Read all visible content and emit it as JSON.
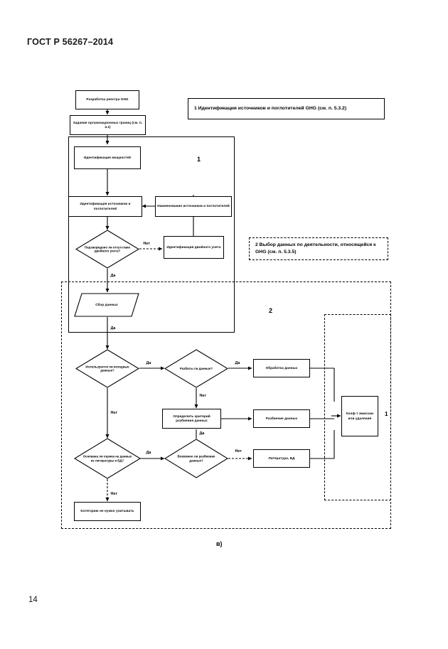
{
  "document": {
    "header": "ГОСТ Р 56267–2014",
    "page_number": "14",
    "figure_caption": "в)"
  },
  "legend": {
    "item1": "1 Идентификация источников и поглотителей GHG (см. п. 5.3.2)",
    "item2": "2 Выбор данных по деятельности, относящейся к GHG (см. п. 5.3.5)"
  },
  "group_labels": {
    "one": "1",
    "two": "2",
    "one_right": "1"
  },
  "nodes": {
    "registry": "Разработка реестра GHG",
    "org_boundaries": "Задание организационных границ (см. п. 4.1)",
    "identify_capacities": "Идентификация мощностей",
    "identify_sources": "Идентификация источников и поглотителей",
    "naming_sources": "Наименование источников и поглотителей",
    "double_count_check": "Подтверждено ли отсутствие двойного учета?",
    "identify_double_count": "Идентификация двойного учета",
    "data_collection": "Сбор данных",
    "use_source_data": "Используются ли исходные данные?",
    "data_split_check": "Разбиты ли данные?",
    "data_processing": "Обработка данных",
    "define_split_criteria": "Определить критерий разбиения данных",
    "data_splitting": "Разбиение данных",
    "literature_based": "Основана ли оценка на данных из литературы и БД?",
    "split_possible": "Возможно ли разбиение данных?",
    "literature_db": "Литература, БД",
    "category_not_needed": "Категорию не нужно учитывать",
    "emission_factor": "Коэф-т эмиссии или удаления"
  },
  "edge_labels": {
    "no1": "Нет",
    "yes1": "Да",
    "yes2": "Да",
    "yes3": "Да",
    "yes4": "Да",
    "no2": "Нет",
    "no3": "Нет",
    "yes5": "Да",
    "yes6": "Да",
    "no4": "Нет",
    "no5": "Нет"
  },
  "colors": {
    "ink": "#000000",
    "paper": "#ffffff"
  }
}
